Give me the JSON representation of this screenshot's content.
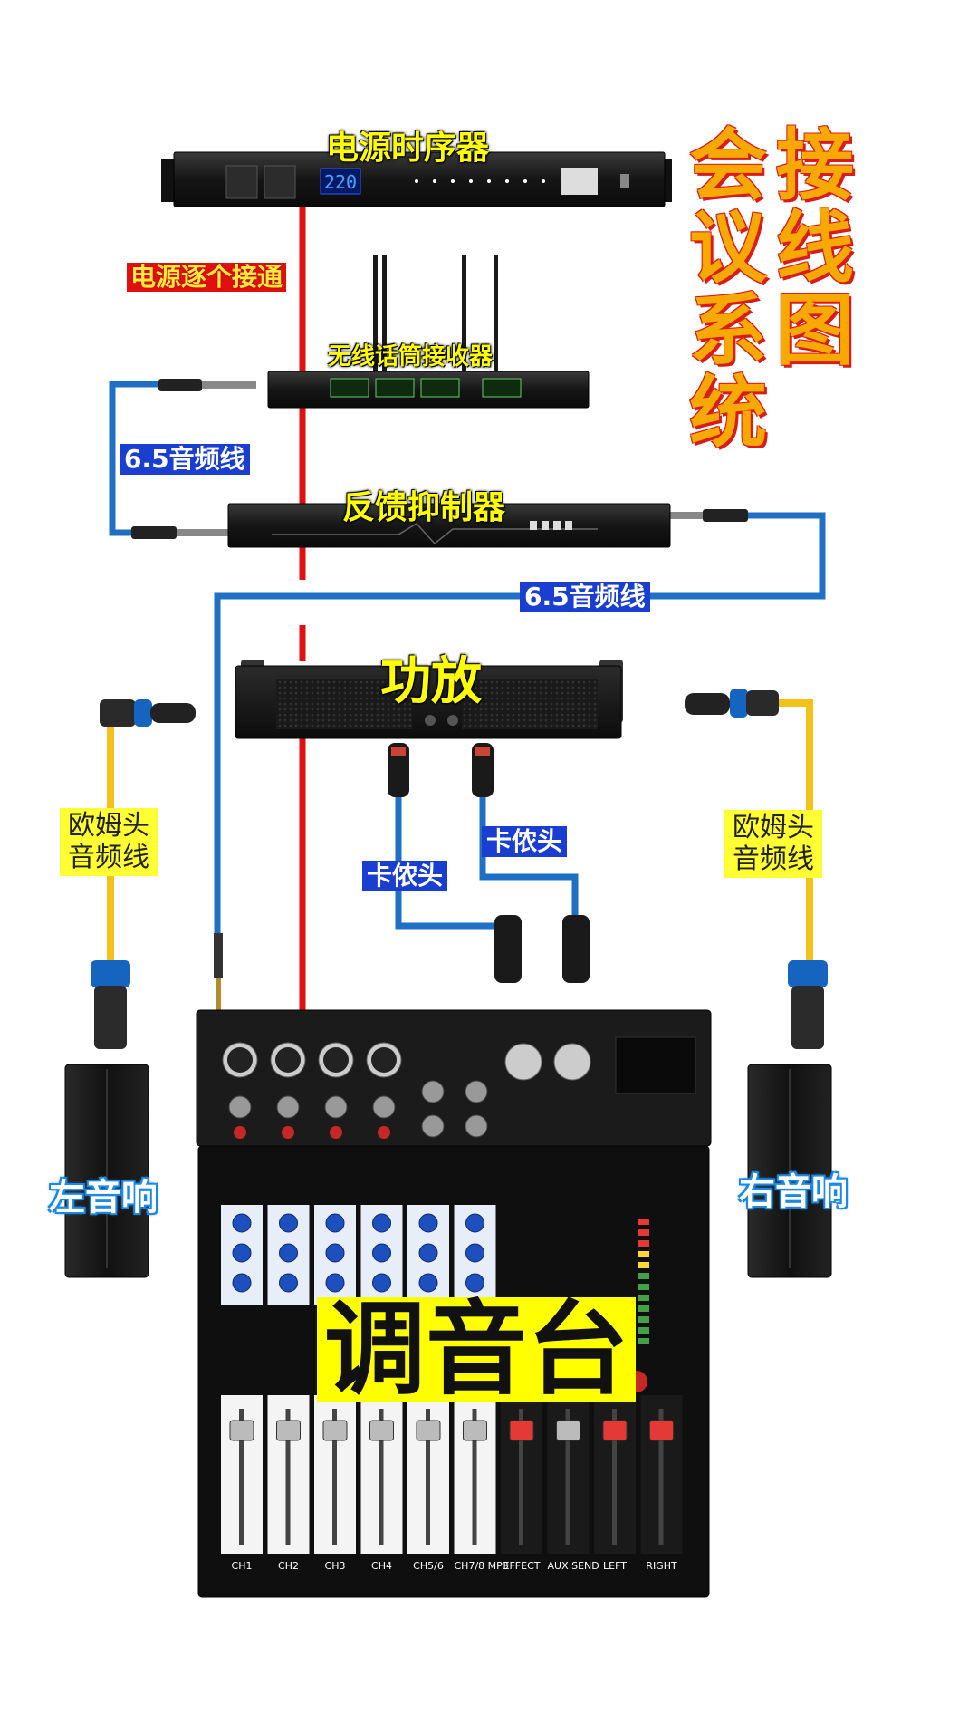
{
  "title": {
    "col_right": [
      "接",
      "线",
      "图"
    ],
    "col_left": [
      "会",
      "议",
      "系",
      "统"
    ]
  },
  "devices": {
    "sequencer": {
      "label": "电源时序器",
      "display": "220"
    },
    "wireless_receiver": {
      "label": "无线话筒接收器"
    },
    "feedback_suppressor": {
      "label": "反馈抑制器"
    },
    "amplifier": {
      "label": "功放"
    },
    "mixer": {
      "label": "调音台",
      "channels": [
        "CH1",
        "CH2",
        "CH3",
        "CH4",
        "CH5/6",
        "CH7/8 MP3",
        "EFFECT",
        "AUX SEND",
        "LEFT",
        "RIGHT"
      ]
    }
  },
  "cables": {
    "power": "电源逐个接通",
    "audio_65_left": "6.5音频线",
    "audio_65_right": "6.5音频线",
    "xlr_left": "卡侬头",
    "xlr_right": "卡侬头",
    "speakon_left": [
      "欧姆头",
      "音频线"
    ],
    "speakon_right": [
      "欧姆头",
      "音频线"
    ]
  },
  "speakers": {
    "left": "左音响",
    "right": "右音响"
  },
  "colors": {
    "power_line": "#e01010",
    "audio_line": "#1f6fc5",
    "speaker_line": "#f3c21a",
    "title": "#f7a900",
    "title_outline": "#d81b1b",
    "label_yellow": "#ffff00",
    "label_blue": "#1a3fd0"
  }
}
